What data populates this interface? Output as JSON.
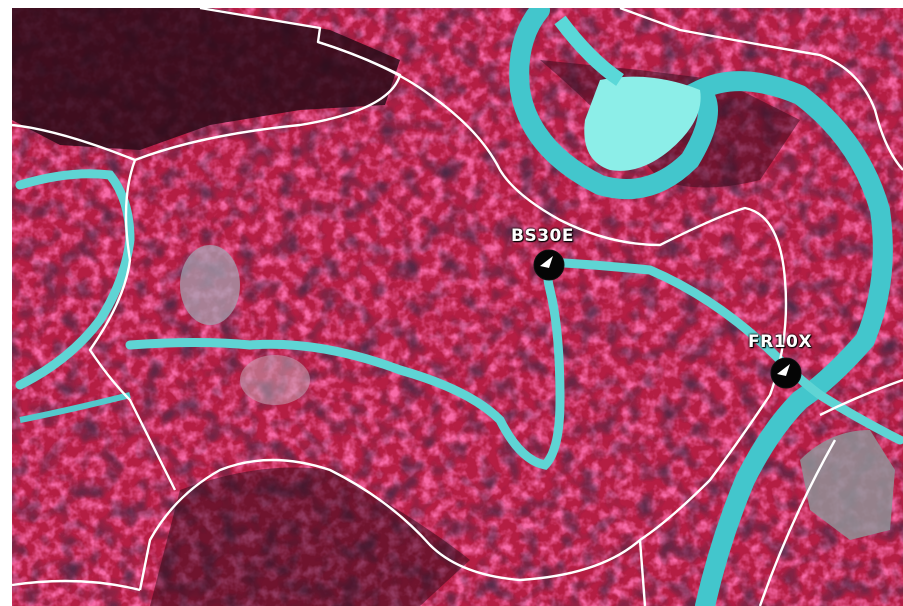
{
  "map": {
    "palette": {
      "forest": "#c02048",
      "forest_dark": "#3a0f1e",
      "water": "#4fd6d6",
      "water_bright": "#8ff0ea",
      "clearing": "#9b9aa8",
      "boundary": "#ffffff",
      "frame": "#ffffff"
    },
    "sites": [
      {
        "id": "BS30E",
        "label": "BS30E",
        "marker": "black-circle-marker"
      },
      {
        "id": "FR10X",
        "label": "FR10X",
        "marker": "black-circle-marker"
      }
    ]
  }
}
